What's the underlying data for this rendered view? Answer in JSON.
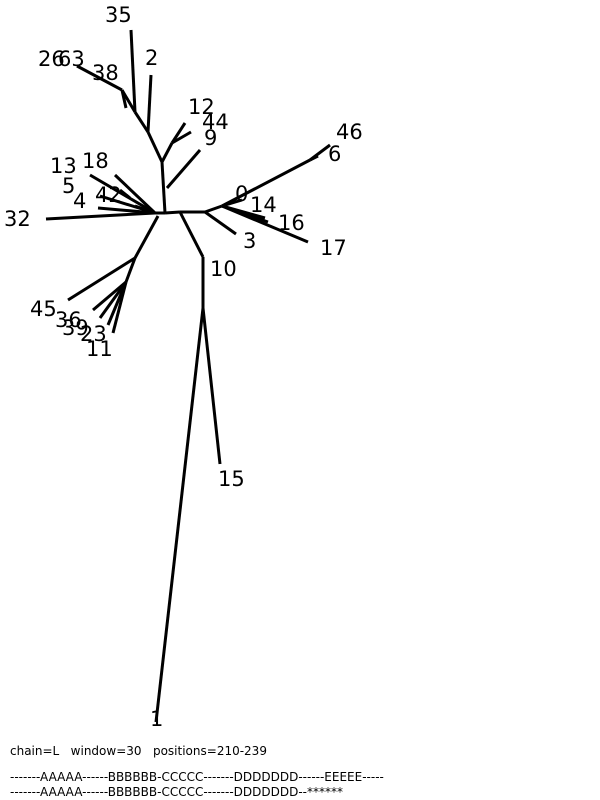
{
  "tree": {
    "leaves": [
      "35",
      "2",
      "26",
      "63",
      "38",
      "12",
      "44",
      "9",
      "46",
      "6",
      "13",
      "18",
      "5",
      "42",
      "4",
      "0",
      "14",
      "16",
      "17",
      "32",
      "3",
      "10",
      "45",
      "36",
      "39",
      "23",
      "11",
      "15",
      "1"
    ],
    "line_color": "#000000"
  },
  "info": {
    "text": "chain=L   window=30   positions=210-239"
  },
  "sequences": {
    "row1": "-------AAAAA------BBBBBB-CCCCC-------DDDDDDD------EEEEE-----",
    "row2": "-------AAAAA------BBBBBB-CCCCC-------DDDDDDD--******"
  }
}
